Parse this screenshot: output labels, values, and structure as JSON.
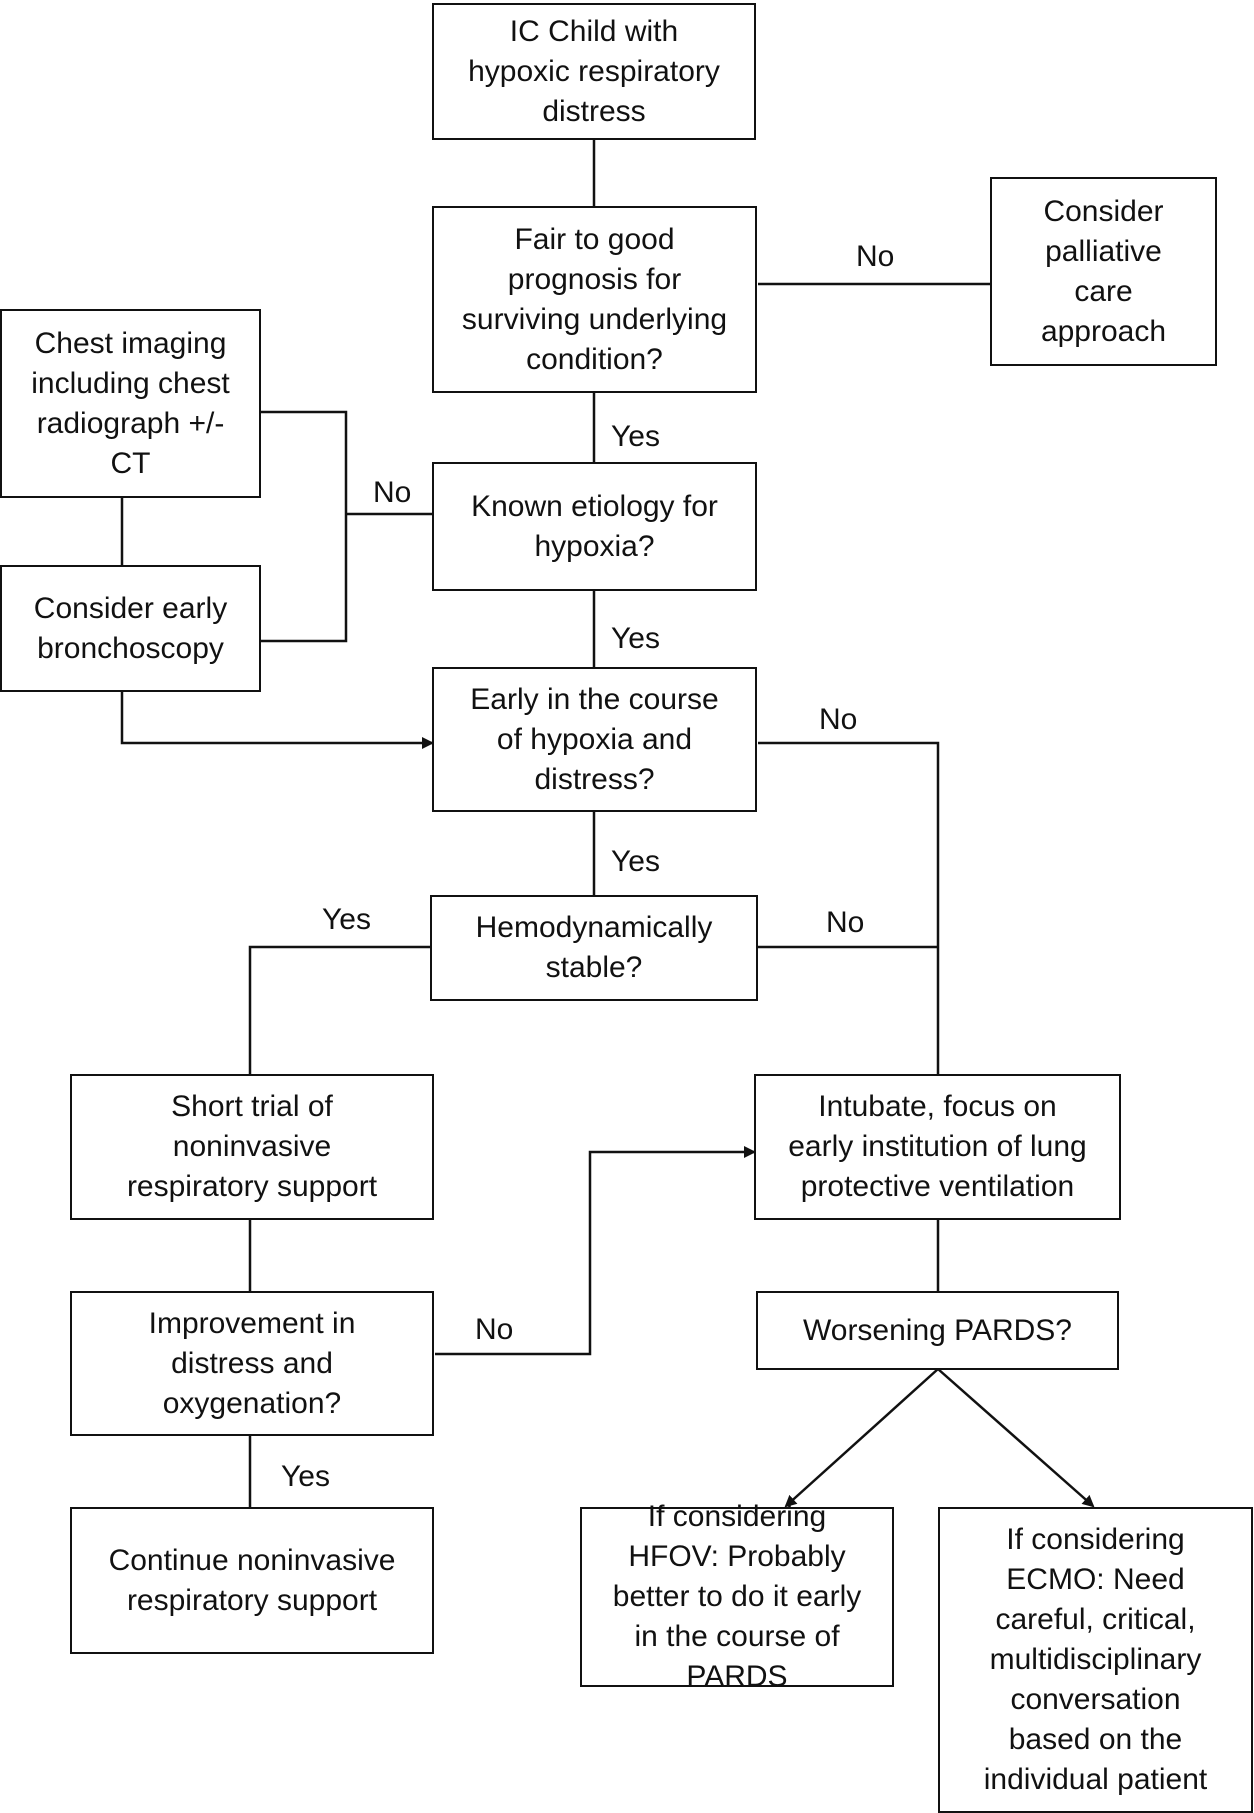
{
  "nodes": {
    "ic_child": "IC Child with\nhypoxic respiratory\ndistress",
    "prognosis": "Fair to good\nprognosis for\nsurviving underlying\ncondition?",
    "palliative": "Consider\npalliative\ncare\napproach",
    "chest_imaging": "Chest imaging\nincluding chest\nradiograph +/-\nCT",
    "bronchoscopy": "Consider early\nbronchoscopy",
    "known_etiology": "Known etiology for\nhypoxia?",
    "early_course": "Early in the course\nof hypoxia and\ndistress?",
    "hemodynamic": "Hemodynamically\nstable?",
    "short_trial": "Short trial of\nnoninvasive\nrespiratory support",
    "intubate": "Intubate, focus on\nearly institution of lung\nprotective ventilation",
    "improvement": "Improvement in\ndistress and\noxygenation?",
    "worsening": "Worsening PARDS?",
    "continue_niv": "Continue noninvasive\nrespiratory support",
    "hfov": "If considering\nHFOV: Probably\nbetter to do it early\nin the course of\nPARDS",
    "ecmo": "If considering\nECMO: Need\ncareful, critical,\nmultidisciplinary\nconversation\nbased on the\nindividual patient"
  },
  "edge_labels": {
    "prognosis_no": "No",
    "prognosis_yes": "Yes",
    "etiology_no": "No",
    "etiology_yes": "Yes",
    "early_no": "No",
    "early_yes": "Yes",
    "hemo_yes": "Yes",
    "hemo_no": "No",
    "improve_no": "No",
    "improve_yes": "Yes"
  }
}
